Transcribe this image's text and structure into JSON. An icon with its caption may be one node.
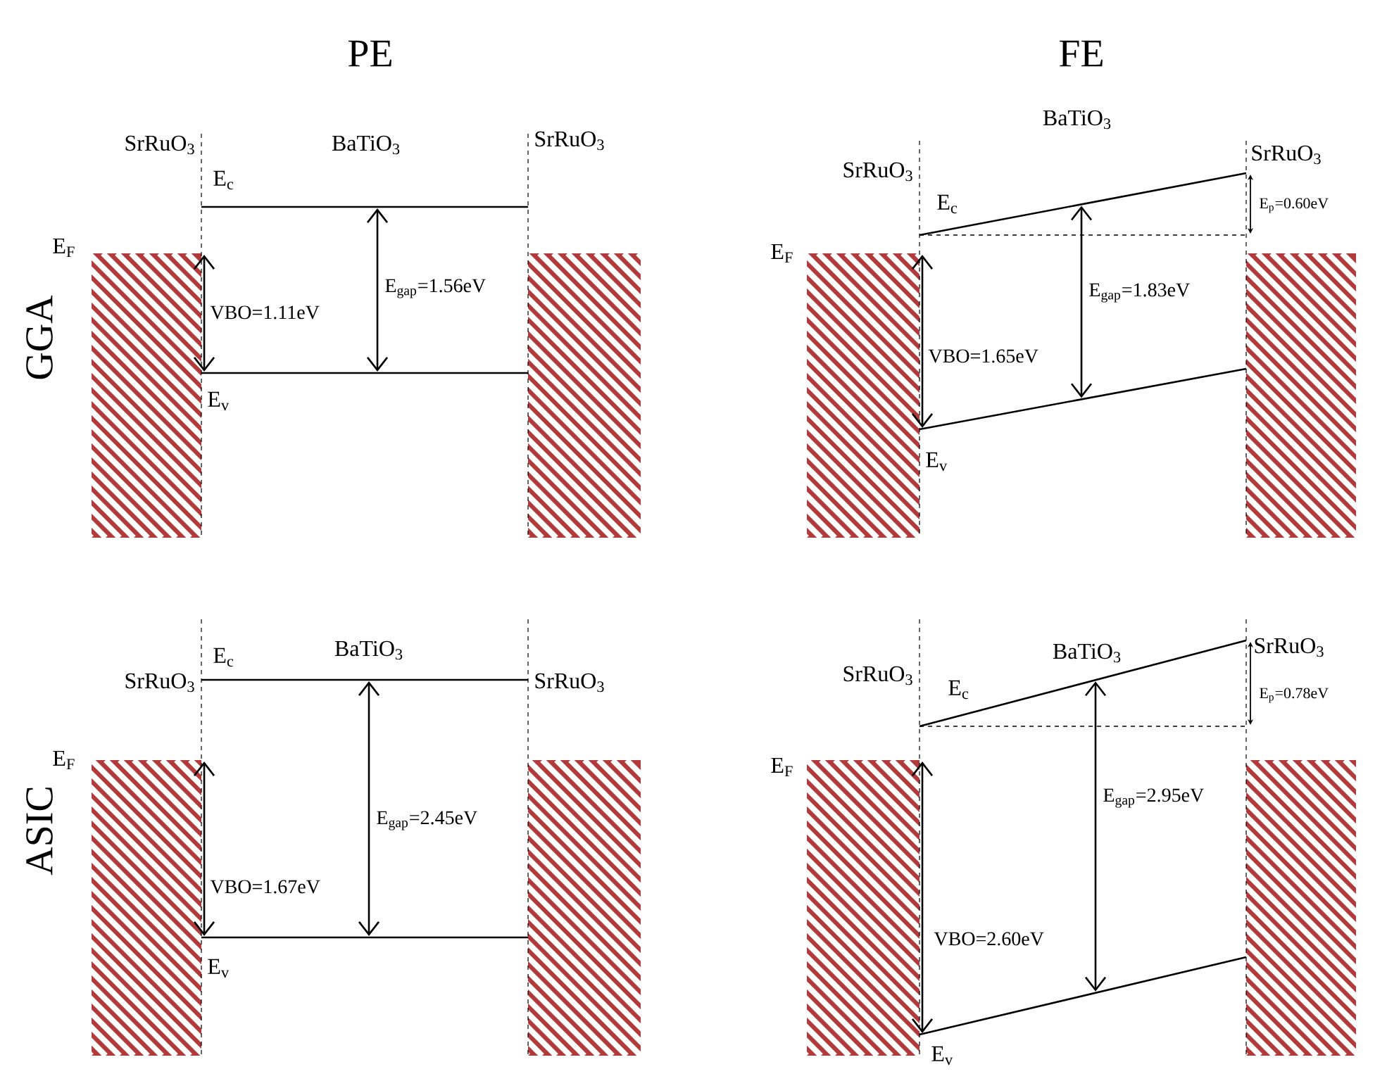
{
  "diagram": {
    "labels": [
      "PE",
      "FE",
      "GGA",
      "SrRuO$_{3}$",
      "BaTiO$_{3}$",
      "SrRuO$_{3}$",
      "E$_{c}$",
      "E$_{F}$",
      "VBO=1.11eV",
      "E$_{gap}$=1.56eV",
      "E$_{v}$",
      "BaTiO$_{3}$",
      "SrRuO$_{3}$",
      "SrRuO$_{3}$",
      "E$_{c}$",
      "E$_{p}$=0.60eV",
      "E$_{F}$",
      "E$_{gap}$=1.83eV",
      "VBO=1.65eV",
      "E$_{v}$",
      "ASIC",
      "E$_{c}$",
      "BaTiO$_{3}$",
      "SrRuO$_{3}$",
      "SrRuO$_{3}$",
      "E$_{F}$",
      "E$_{gap}$=2.45eV",
      "VBO=1.67eV",
      "E$_{v}$",
      "SrRuO$_{3}$",
      "E$_{c}$",
      "BaTiO$_{3}$",
      "SrRuO$_{3}$",
      "E$_{p}$=0.78eV",
      "E$_{F}$",
      "E$_{gap}$=2.95eV",
      "VBO=2.60eV",
      "E$_{v}$"
    ]
  }
}
